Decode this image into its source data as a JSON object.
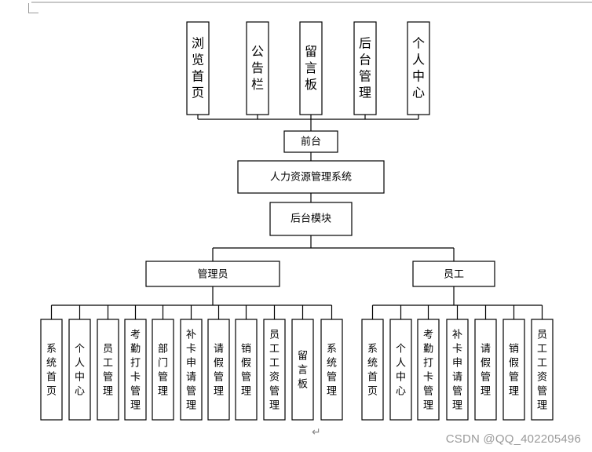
{
  "diagram": {
    "front_items": [
      "浏览首页",
      "公告栏",
      "留言板",
      "后台管理",
      "个人中心"
    ],
    "front_label": "前台",
    "system_label": "人力资源管理系统",
    "back_label": "后台模块",
    "roles": [
      {
        "label": "管理员",
        "items": [
          "系统首页",
          "个人中心",
          "员工管理",
          "考勤打卡管理",
          "部门管理",
          "补卡申请管理",
          "请假管理",
          "销假管理",
          "员工工资管理",
          "留言板",
          "系统管理"
        ]
      },
      {
        "label": "员工",
        "items": [
          "系统首页",
          "个人中心",
          "考勤打卡管理",
          "补卡申请管理",
          "请假管理",
          "销假管理",
          "员工工资管理"
        ]
      }
    ]
  },
  "footer": {
    "watermark": "CSDN @QQ_402205496",
    "paragraph_mark": "↵"
  }
}
